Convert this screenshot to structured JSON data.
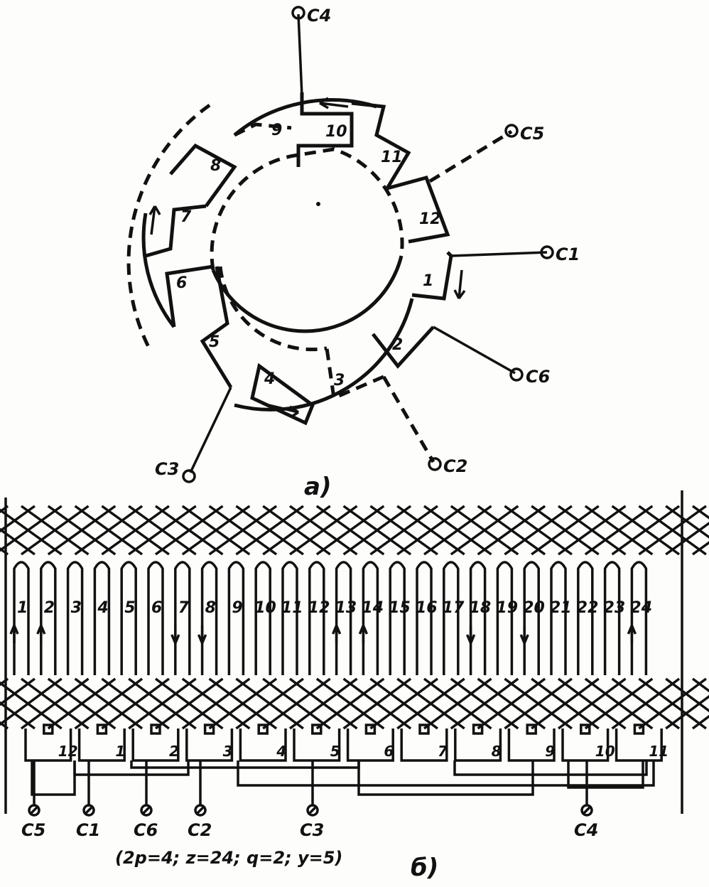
{
  "diagram_a": {
    "caption": "a)",
    "group_labels": [
      "1",
      "2",
      "3",
      "4",
      "5",
      "6",
      "7",
      "8",
      "9",
      "10",
      "11",
      "12"
    ],
    "terminals": [
      "C1",
      "C2",
      "C3",
      "C4",
      "C5",
      "C6"
    ]
  },
  "diagram_b": {
    "caption": "б)",
    "slot_labels": [
      "1",
      "2",
      "3",
      "4",
      "5",
      "6",
      "7",
      "8",
      "9",
      "10",
      "11",
      "12",
      "13",
      "14",
      "15",
      "16",
      "17",
      "18",
      "19",
      "20",
      "21",
      "22",
      "23",
      "24"
    ],
    "group_labels": [
      "12",
      "1",
      "2",
      "3",
      "4",
      "5",
      "6",
      "7",
      "8",
      "9",
      "10",
      "11"
    ],
    "terminals": [
      "C5",
      "C1",
      "C6",
      "C2",
      "C3",
      "C4"
    ],
    "parameters": "(2p=4; z=24; q=2; y=5)"
  }
}
